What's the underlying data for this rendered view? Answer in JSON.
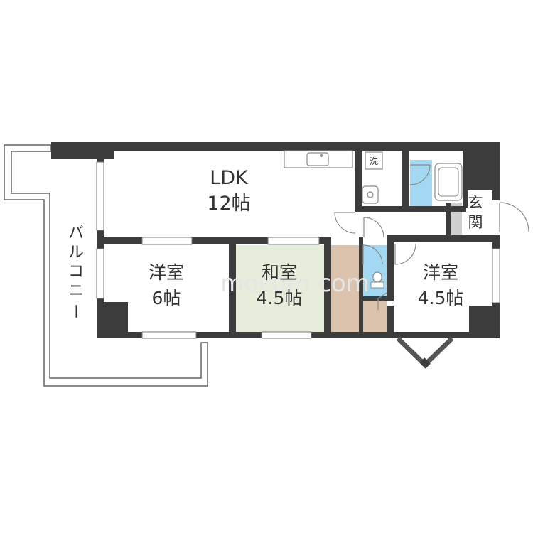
{
  "rooms": {
    "ldk": {
      "name": "LDK",
      "size": "12帖"
    },
    "western_left": {
      "name": "洋室",
      "size": "6帖"
    },
    "japanese": {
      "name": "和室",
      "size": "4.5帖"
    },
    "western_right": {
      "name": "洋室",
      "size": "4.5帖"
    }
  },
  "labels": {
    "balcony": [
      "バ",
      "ル",
      "コ",
      "ニ",
      "ー"
    ],
    "entrance": [
      "玄",
      "関"
    ],
    "washer": "洗"
  },
  "watermark": "mocom.com",
  "colors": {
    "wall": "#3c3c3c",
    "japanese_room": "#e6eedb",
    "closet": "#dcc3ae",
    "bath": "#a3d8f2",
    "entrance_floor": "#cfcfcf",
    "fixture_outline": "#8a8a8a"
  }
}
